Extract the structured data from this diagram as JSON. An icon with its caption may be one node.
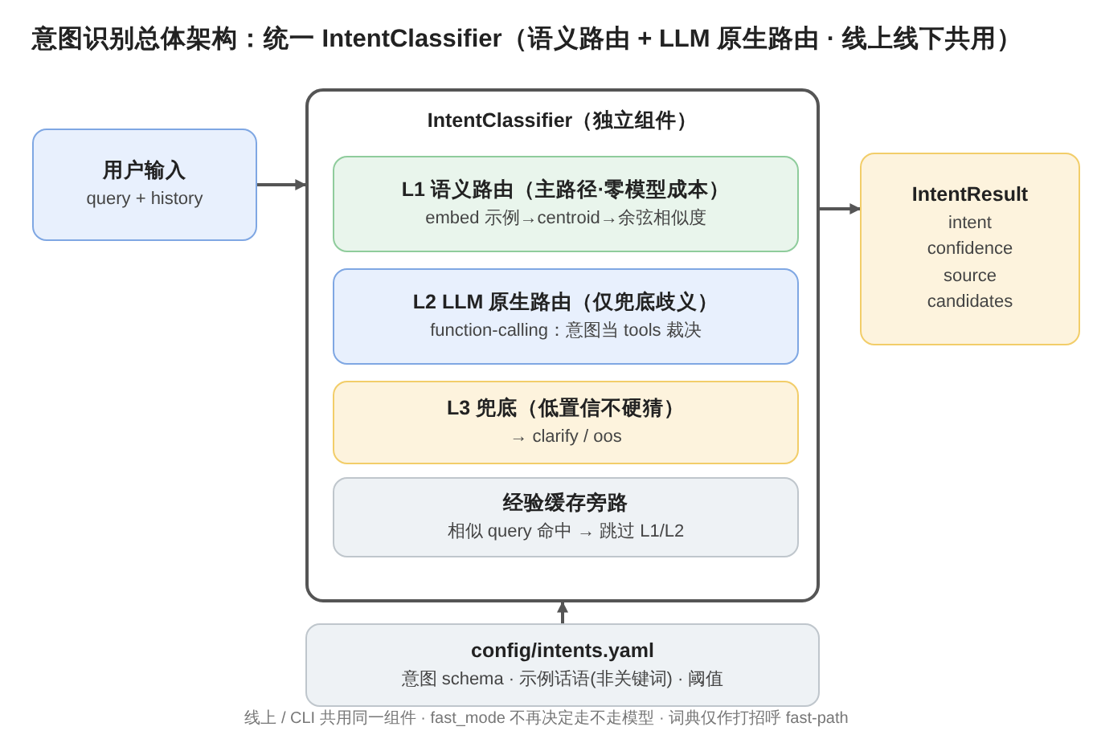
{
  "diagram": {
    "title": "意图识别总体架构：统一 IntentClassifier（语义路由 + LLM 原生路由 · 线上线下共用）",
    "caption": "线上 / CLI 共用同一组件 · fast_mode 不再决定走不走模型 · 词典仅作打招呼 fast-path",
    "nodes": [
      {
        "text": [
          "用户输入",
          "query + history"
        ]
      },
      {
        "text": [
          "IntentClassifier（独立组件）"
        ]
      },
      {
        "text": [
          "L1 语义路由（主路径·零模型成本）",
          "embed 示例→centroid→余弦相似度"
        ],
        "in": 1
      },
      {
        "text": [
          "L2 LLM 原生路由（仅兜底歧义）",
          "function-calling：意图当 tools 裁决"
        ],
        "in": 1
      },
      {
        "text": [
          "L3 兜底（低置信不硬猜）",
          "→ clarify / oos"
        ],
        "in": 1
      },
      {
        "text": [
          "经验缓存旁路",
          "相似 query 命中 → 跳过 L1/L2"
        ],
        "in": 1
      },
      {
        "text": [
          "IntentResult",
          "intent",
          "confidence",
          "source",
          "candidates"
        ]
      },
      {
        "text": [
          "config/intents.yaml",
          "意图 schema · 示例话语(非关键词) · 阈值"
        ]
      }
    ],
    "edges": [
      {
        "from": 0,
        "to": 1,
        "arrow": "to"
      },
      {
        "from": 1,
        "to": 6,
        "arrow": "to"
      },
      {
        "from": 7,
        "to": 1,
        "arrow": "to"
      }
    ]
  }
}
